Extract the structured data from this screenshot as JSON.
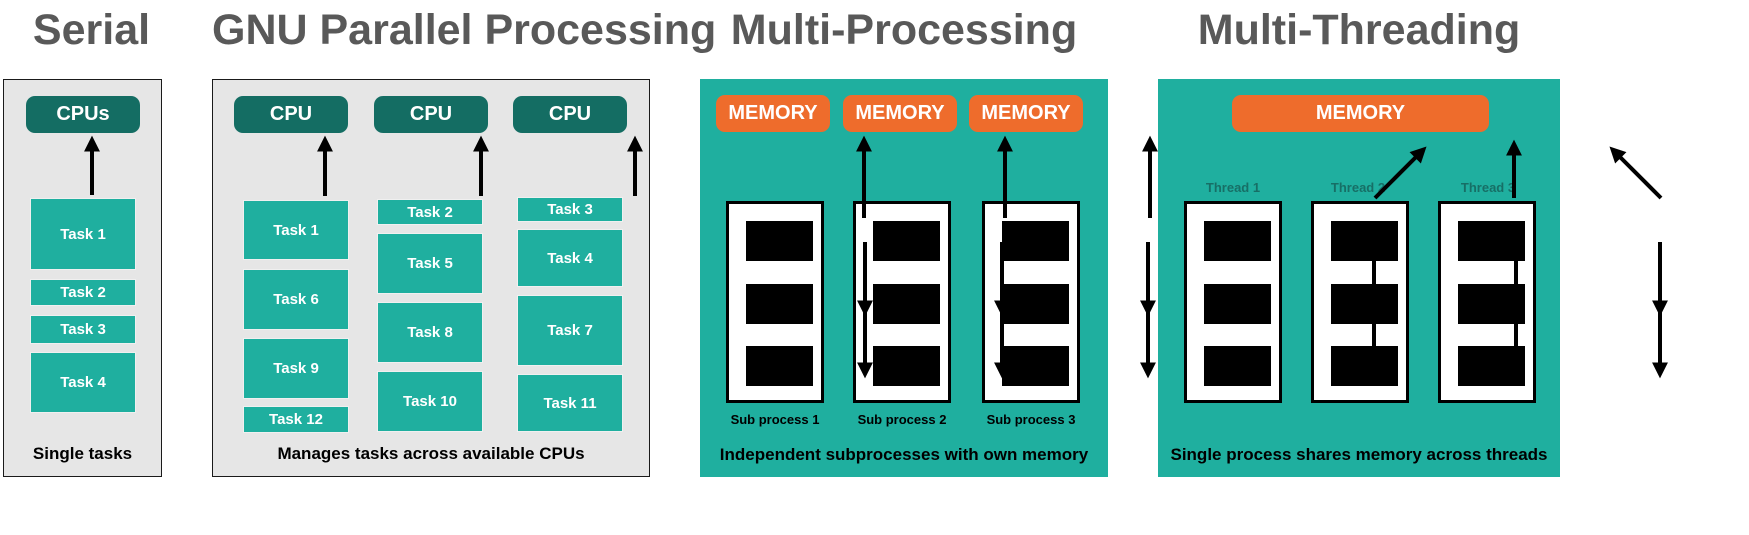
{
  "titles": {
    "serial": "Serial",
    "gnu": "GNU Parallel Processing",
    "multiproc": "Multi-Processing",
    "multithread": "Multi-Threading"
  },
  "serial": {
    "cpu_label": "CPUs",
    "tasks": [
      "Task 1",
      "Task 2",
      "Task 3",
      "Task 4"
    ],
    "caption": "Single tasks"
  },
  "gnu": {
    "cpu_labels": [
      "CPU",
      "CPU",
      "CPU"
    ],
    "columns": [
      [
        "Task 1",
        "Task 6",
        "Task 9",
        "Task 12"
      ],
      [
        "Task 2",
        "Task 5",
        "Task 8",
        "Task 10"
      ],
      [
        "Task 3",
        "Task 4",
        "Task 7",
        "Task 11"
      ]
    ],
    "caption": "Manages tasks across available CPUs"
  },
  "multiproc": {
    "memory_labels": [
      "MEMORY",
      "MEMORY",
      "MEMORY"
    ],
    "subprocess_labels": [
      "Sub process 1",
      "Sub process 2",
      "Sub process 3"
    ],
    "caption": "Independent subprocesses with own memory"
  },
  "multithread": {
    "memory_label": "MEMORY",
    "thread_labels": [
      "Thread 1",
      "Thread 2",
      "Thread 3"
    ],
    "caption": "Single process shares memory across threads"
  },
  "colors": {
    "teal": "#1faf9f",
    "dark_teal": "#146d63",
    "orange": "#ee6c2c",
    "gray_panel": "#e6e6e6",
    "title_gray": "#595959"
  }
}
